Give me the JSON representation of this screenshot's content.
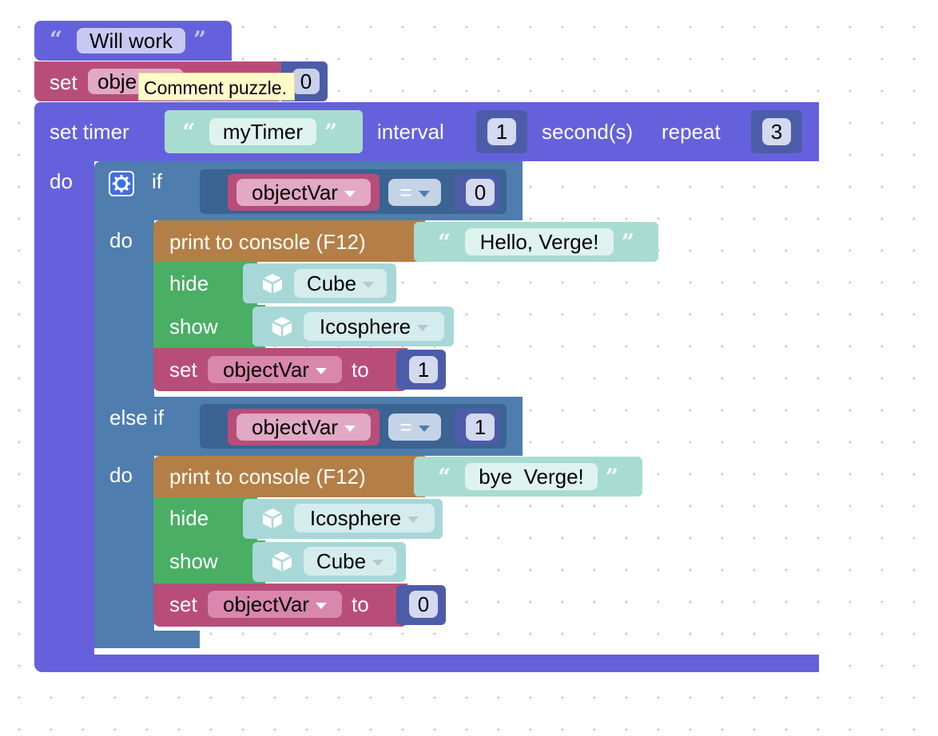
{
  "comment_block": {
    "text": "Will work",
    "color": "#6561dc"
  },
  "set_block": {
    "keyword": "set",
    "var_partial": "obje",
    "value": "0"
  },
  "tooltip": {
    "text": "Comment puzzle."
  },
  "timer_block": {
    "label": "set timer",
    "name": "myTimer",
    "interval_label": "interval",
    "interval": "1",
    "unit_label": "second(s)",
    "repeat_label": "repeat",
    "repeat": "3",
    "do_label": "do",
    "color": "#6561dc"
  },
  "if_block": {
    "if_label": "if",
    "do_label": "do",
    "elseif_label": "else if",
    "color": "#4f7dae",
    "cond1": {
      "var": "objectVar",
      "op": "=",
      "value": "0"
    },
    "cond2": {
      "var": "objectVar",
      "op": "=",
      "value": "1"
    }
  },
  "branch1": {
    "print_label": "print to console (F12)",
    "print_text": "Hello, Verge!",
    "hide_label": "hide",
    "hide_obj": "Cube",
    "show_label": "show",
    "show_obj": "Icosphere",
    "set_label": "set",
    "set_var": "objectVar",
    "to_label": "to",
    "set_value": "1"
  },
  "branch2": {
    "print_label": "print to console (F12)",
    "print_text": "bye  Verge!",
    "hide_label": "hide",
    "hide_obj": "Icosphere",
    "show_label": "show",
    "show_obj": "Cube",
    "set_label": "set",
    "set_var": "objectVar",
    "to_label": "to",
    "set_value": "0"
  }
}
